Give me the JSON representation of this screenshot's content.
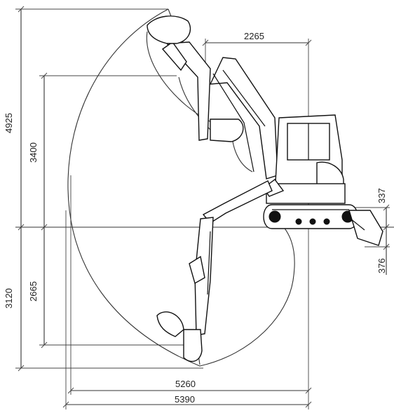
{
  "diagram": {
    "subject": "excavator working range",
    "dimensions": {
      "max_dig_height": "4925",
      "max_dump_height": "3400",
      "front_swing_radius": "2265",
      "blade_lift_height": "337",
      "blade_drop_depth": "376",
      "max_dig_depth": "3120",
      "vertical_wall_dig_depth": "2665",
      "max_reach_ground": "5260",
      "max_reach": "5390"
    }
  }
}
